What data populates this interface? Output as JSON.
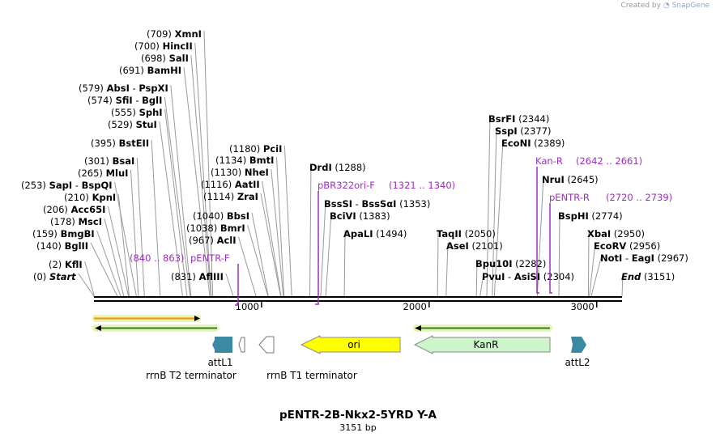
{
  "header": {
    "credit_text": "Created by",
    "brand": "SnapGene"
  },
  "plasmid": {
    "name": "pENTR-2B-Nkx2-5YRD Y-A",
    "size_label": "3151 bp",
    "length": 3151
  },
  "ticks": [
    "1000",
    "2000",
    "3000"
  ],
  "enzymes": [
    {
      "pos": "(709)",
      "name": "XmnI",
      "site": 709
    },
    {
      "pos": "(700)",
      "name": "HincII",
      "site": 700
    },
    {
      "pos": "(698)",
      "name": "SalI",
      "site": 698
    },
    {
      "pos": "(691)",
      "name": "BamHI",
      "site": 691
    },
    {
      "pos": "(579)",
      "name": "AbsI",
      "name2": "PspXI",
      "site": 579
    },
    {
      "pos": "(574)",
      "name": "SfiI",
      "name2": "BglI",
      "site": 574
    },
    {
      "pos": "(555)",
      "name": "SphI",
      "site": 555
    },
    {
      "pos": "(529)",
      "name": "StuI",
      "site": 529
    },
    {
      "pos": "(395)",
      "name": "BstEII",
      "site": 395
    },
    {
      "pos": "(301)",
      "name": "BsaI",
      "site": 301
    },
    {
      "pos": "(265)",
      "name": "MluI",
      "site": 265
    },
    {
      "pos": "(253)",
      "name": "SapI",
      "name2": "BspQI",
      "site": 253
    },
    {
      "pos": "(210)",
      "name": "KpnI",
      "site": 210
    },
    {
      "pos": "(206)",
      "name": "Acc65I",
      "site": 206
    },
    {
      "pos": "(178)",
      "name": "MscI",
      "site": 178
    },
    {
      "pos": "(159)",
      "name": "BmgBI",
      "site": 159
    },
    {
      "pos": "(140)",
      "name": "BglII",
      "site": 140
    },
    {
      "pos": "(2)",
      "name": "KflI",
      "site": 2
    },
    {
      "pos": "(0)",
      "name": "Start",
      "site": 0,
      "italic": true
    },
    {
      "pos": "(831)",
      "name": "AflIII",
      "site": 831
    },
    {
      "pos": "(967)",
      "name": "AclI",
      "site": 967
    },
    {
      "pos": "(1038)",
      "name": "BmrI",
      "site": 1038
    },
    {
      "pos": "(1040)",
      "name": "BbsI",
      "site": 1040
    },
    {
      "pos": "(1114)",
      "name": "ZraI",
      "site": 1114
    },
    {
      "pos": "(1116)",
      "name": "AatII",
      "site": 1116
    },
    {
      "pos": "(1130)",
      "name": "NheI",
      "site": 1130
    },
    {
      "pos": "(1134)",
      "name": "BmtI",
      "site": 1134
    },
    {
      "pos": "(1180)",
      "name": "PciI",
      "site": 1180
    },
    {
      "pos": "(1288)",
      "name": "DrdI",
      "site": 1288,
      "after": true
    },
    {
      "pos": "(1353)",
      "name": "BssSI",
      "name2": "BssSαI",
      "site": 1353,
      "after": true
    },
    {
      "pos": "(1383)",
      "name": "BciVI",
      "site": 1383,
      "after": true
    },
    {
      "pos": "(1494)",
      "name": "ApaLI",
      "site": 1494,
      "after": true
    },
    {
      "pos": "(2050)",
      "name": "TaqII",
      "site": 2050,
      "after": true
    },
    {
      "pos": "(2101)",
      "name": "AseI",
      "site": 2101,
      "after": true
    },
    {
      "pos": "(2282)",
      "name": "Bpu10I",
      "site": 2282,
      "after": true
    },
    {
      "pos": "(2304)",
      "name": "PvuI",
      "name2": "AsiSI",
      "site": 2304,
      "after": true
    },
    {
      "pos": "(2344)",
      "name": "BsrFI",
      "site": 2344,
      "after": true
    },
    {
      "pos": "(2377)",
      "name": "SspI",
      "site": 2377,
      "after": true
    },
    {
      "pos": "(2389)",
      "name": "EcoNI",
      "site": 2389,
      "after": true
    },
    {
      "pos": "(2645)",
      "name": "NruI",
      "site": 2645,
      "after": true
    },
    {
      "pos": "(2774)",
      "name": "BspHI",
      "site": 2774,
      "after": true
    },
    {
      "pos": "(2950)",
      "name": "XbaI",
      "site": 2950,
      "after": true
    },
    {
      "pos": "(2956)",
      "name": "EcoRV",
      "site": 2956,
      "after": true
    },
    {
      "pos": "(2967)",
      "name": "NotI",
      "name2": "EagI",
      "site": 2967,
      "after": true
    },
    {
      "pos": "(3151)",
      "name": "End",
      "site": 3151,
      "after": true,
      "italic": true
    }
  ],
  "primers": [
    {
      "name": "pENTR-F",
      "range": "(840 .. 863)",
      "site": 840
    },
    {
      "name": "pBR322ori-F",
      "range": "(1321 .. 1340)",
      "site": 1321
    },
    {
      "name": "Kan-R",
      "range": "(2642 .. 2661)",
      "site": 2661
    },
    {
      "name": "pENTR-R",
      "range": "(2720 .. 2739)",
      "site": 2739
    }
  ],
  "features": [
    {
      "name": "attL1",
      "color": "#3b8aa3"
    },
    {
      "name": "rrnB T2 terminator",
      "color": "#ffffff"
    },
    {
      "name": "rrnB T1 terminator",
      "color": "#ffffff"
    },
    {
      "name": "ori",
      "color": "#ffff00"
    },
    {
      "name": "KanR",
      "color": "#ccf5cc"
    },
    {
      "name": "attL2",
      "color": "#3b8aa3"
    }
  ],
  "orf_colors": {
    "forward": "#ff8c00",
    "reverse": "#2e7d32",
    "halo": "#e8f5b0"
  }
}
